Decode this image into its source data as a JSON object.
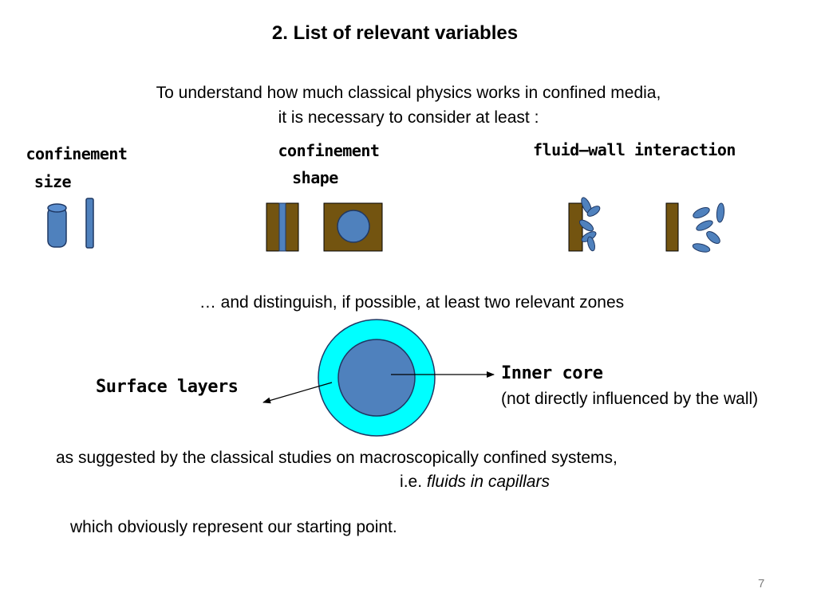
{
  "slide": {
    "title": "2. List of relevant variables",
    "intro_line1": "To understand  how much classical physics works in confined media,",
    "intro_line2": "it is necessary to consider at least :",
    "var_size_line1": "confinement",
    "var_size_line2": "size",
    "var_shape_line1": "confinement",
    "var_shape_line2": "shape",
    "var_interaction": "fluid–wall interaction",
    "zones_text": "… and distinguish, if possible, at least two relevant zones",
    "surface_layers_label": "Surface layers",
    "inner_core_label": "Inner core",
    "inner_core_note": "(not directly influenced by the wall)",
    "suggest_line": "as suggested by the classical studies on macroscopically confined systems,",
    "ie_prefix": "i.e.",
    "ie_italic": "fluids in capillars",
    "starting_point": "which obviously represent our starting point.",
    "page_number": "7"
  },
  "colors": {
    "wall_brown": "#735410",
    "fluid_blue": "#4f81bd",
    "cyan_layer": "#00ffff",
    "outline_dark": "#1f3864"
  }
}
